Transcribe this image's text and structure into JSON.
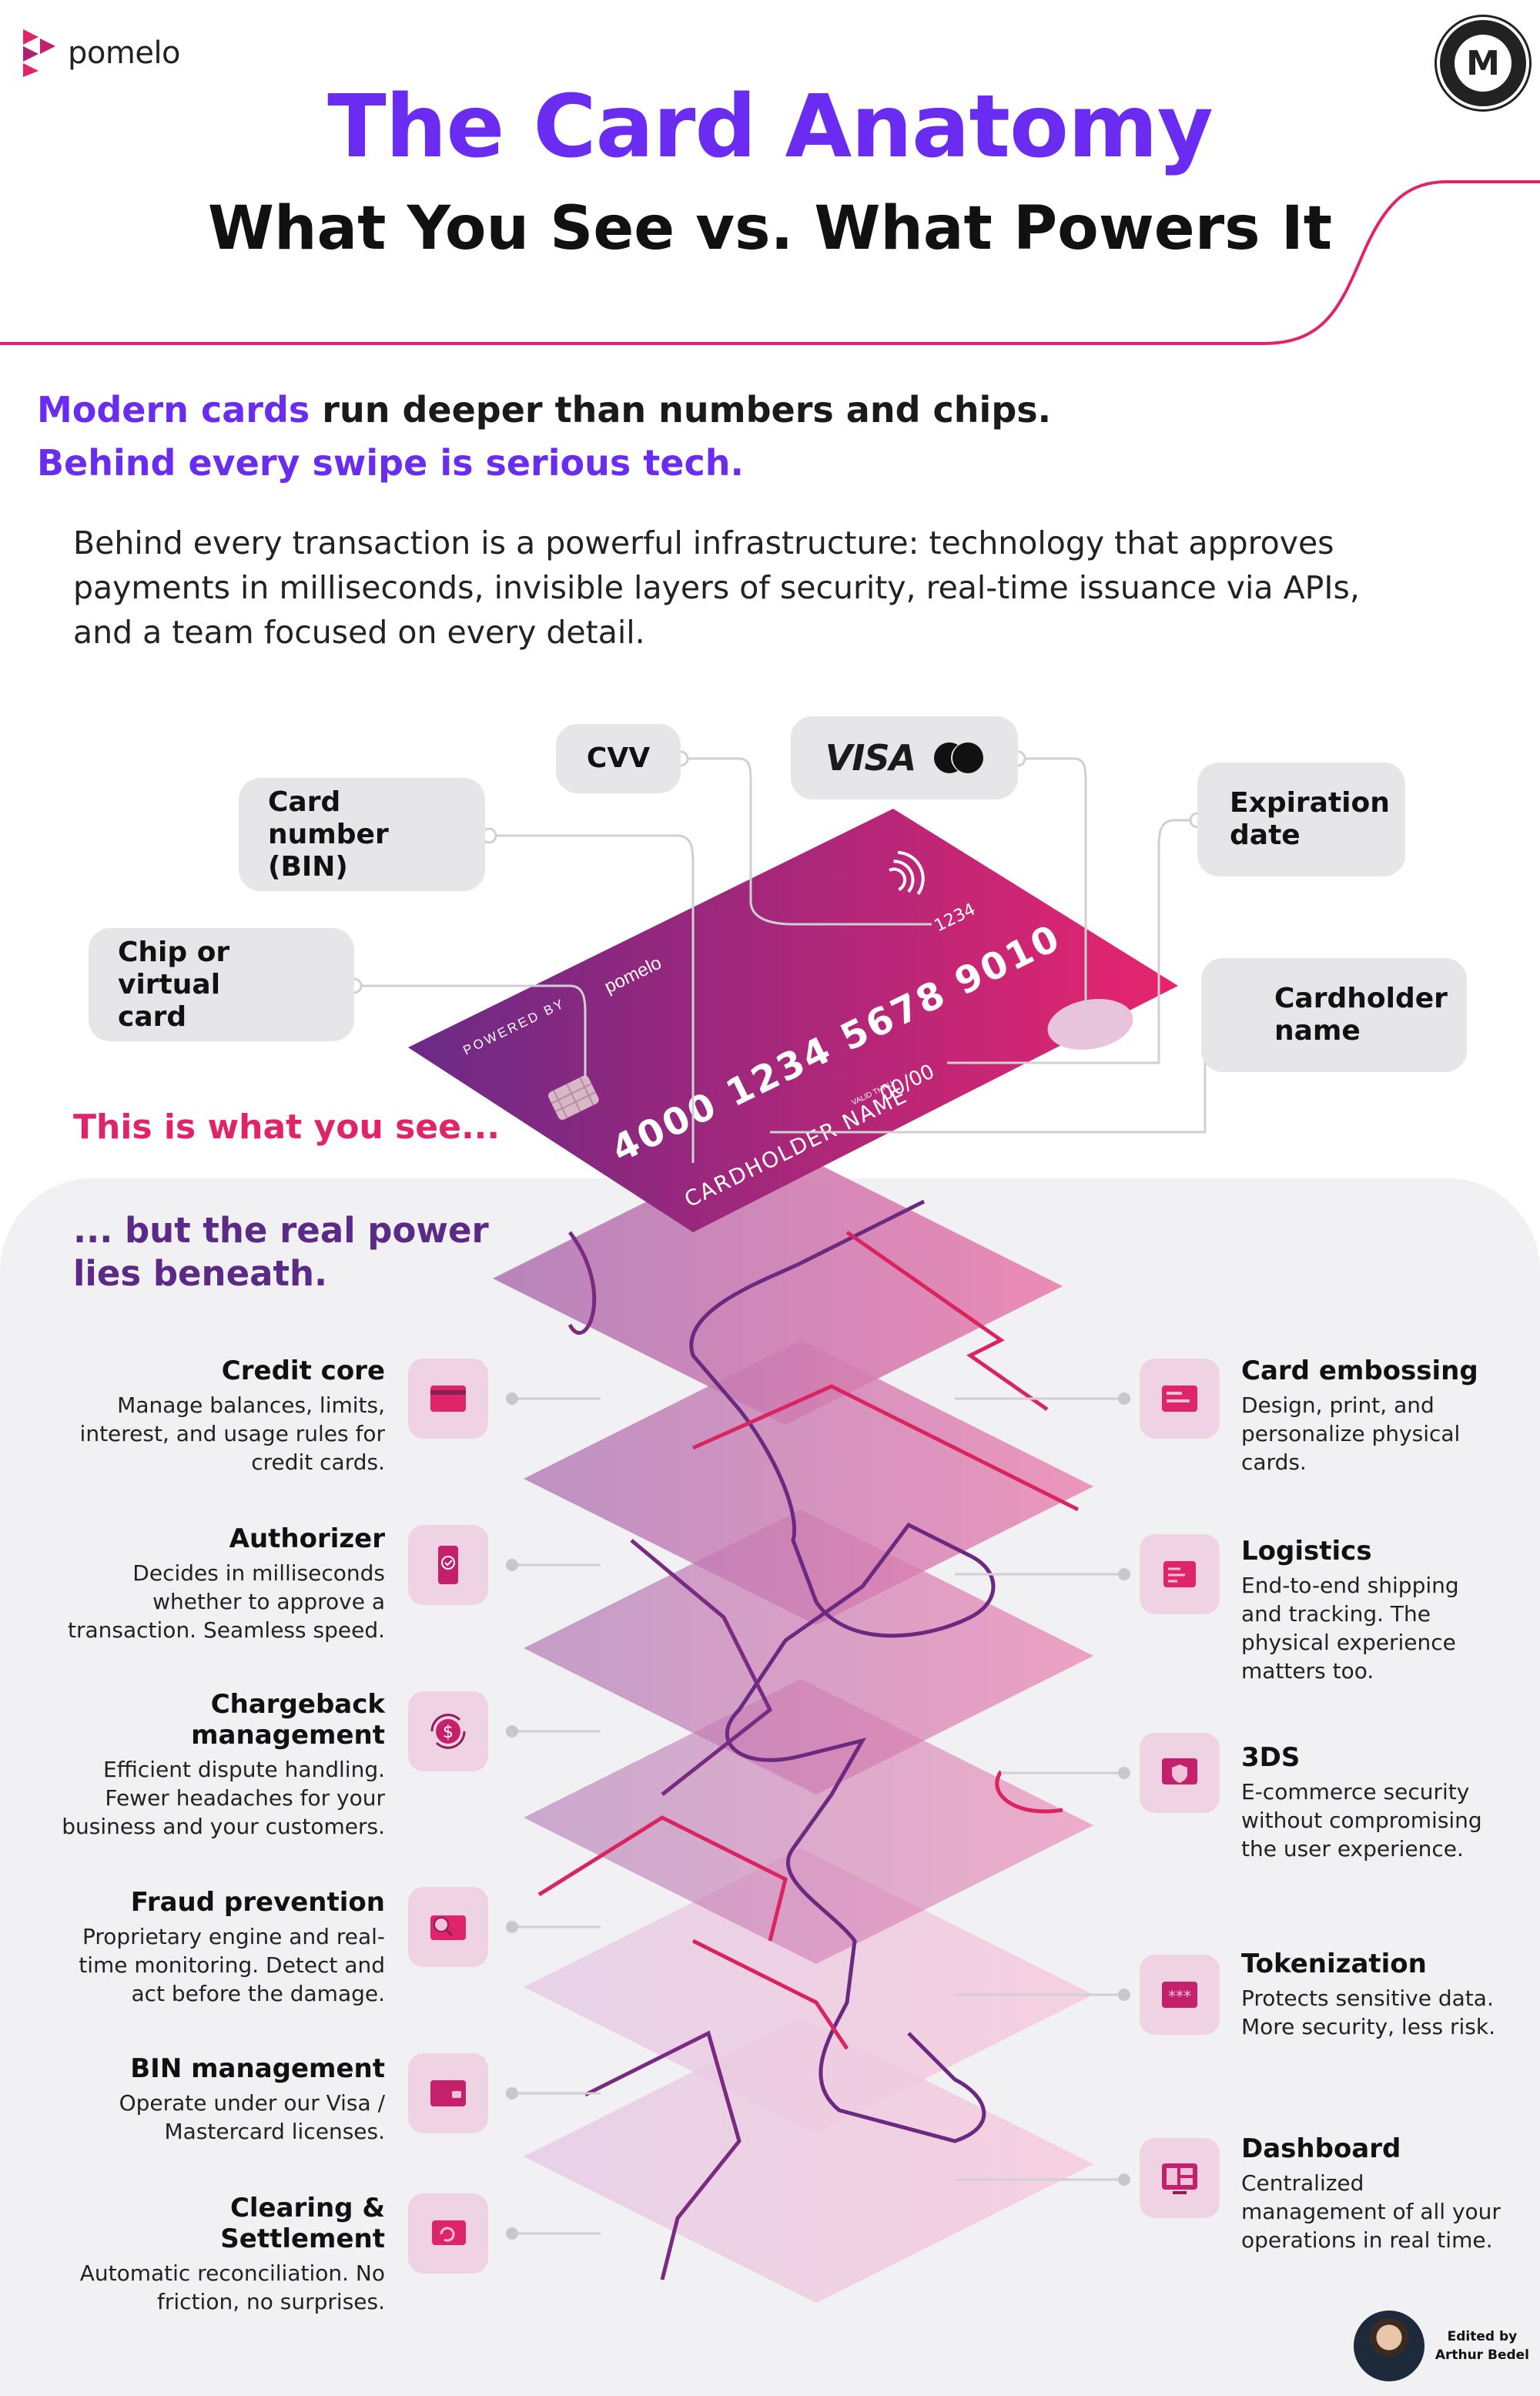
{
  "brand": {
    "name": "pomelo",
    "seal_letter": "M"
  },
  "header": {
    "title": "The Card Anatomy",
    "subtitle": "What You See vs. What Powers It"
  },
  "headline": {
    "line1_accent": "Modern cards",
    "line1_rest": " run deeper than numbers and chips.",
    "line2": "Behind every swipe is serious tech."
  },
  "intro": "Behind every transaction is a powerful infrastructure: technology that approves payments in milliseconds, invisible layers of security, real-time issuance via APIs, and a team focused on every detail.",
  "card": {
    "powered_by": "POWERED BY",
    "brand": "pomelo",
    "number": "4000 1234 5678 9010",
    "valid_thru": "VALID THRU",
    "expiry": "00/00",
    "holder": "CARDHOLDER NAME",
    "cvv": "1234"
  },
  "callouts": {
    "chip": "Chip or virtual card",
    "bin": "Card number (BIN)",
    "cvv": "CVV",
    "visa": "VISA",
    "expiration": "Expiration date",
    "cardholder": "Cardholder name"
  },
  "labels": {
    "see": "This is what  you see...",
    "beneath": "... but the real power lies beneath."
  },
  "features_left": [
    {
      "title": "Credit core",
      "desc": "Manage balances, limits, interest, and usage rules for credit cards.",
      "icon": "card-icon"
    },
    {
      "title": "Authorizer",
      "desc": "Decides in milliseconds whether to approve a transaction. Seamless speed.",
      "icon": "phone-check-icon"
    },
    {
      "title": "Chargeback management",
      "desc": "Efficient dispute handling. Fewer headaches for your business and your customers.",
      "icon": "dollar-refresh-icon"
    },
    {
      "title": "Fraud prevention",
      "desc": "Proprietary engine and real-time monitoring. Detect and act before the damage.",
      "icon": "card-search-icon"
    },
    {
      "title": "BIN management",
      "desc": "Operate under our Visa / Mastercard licenses.",
      "icon": "card-chip-icon"
    },
    {
      "title": "Clearing & Settlement",
      "desc": "Automatic reconciliation. No friction, no surprises.",
      "icon": "card-sync-icon"
    }
  ],
  "features_right": [
    {
      "title": "Card embossing",
      "desc": "Design, print, and personalize physical cards.",
      "icon": "card-print-icon"
    },
    {
      "title": "Logistics",
      "desc": "End-to-end shipping and tracking. The physical experience matters too.",
      "icon": "shipping-card-icon"
    },
    {
      "title": "3DS",
      "desc": "E-commerce security without compromising the user experience.",
      "icon": "shield-screen-icon"
    },
    {
      "title": "Tokenization",
      "desc": "Protects sensitive data. More security, less risk.",
      "icon": "token-card-icon"
    },
    {
      "title": "Dashboard",
      "desc": "Centralized management of all your operations in real time.",
      "icon": "dashboard-icon"
    }
  ],
  "editor": {
    "line1": "Edited by",
    "line2": "Arthur Bedel"
  },
  "colors": {
    "purple": "#6a2cf0",
    "pink": "#e0246a",
    "deep_purple": "#5b2a86",
    "card_start": "#6a2a86",
    "card_end": "#e8246e"
  }
}
